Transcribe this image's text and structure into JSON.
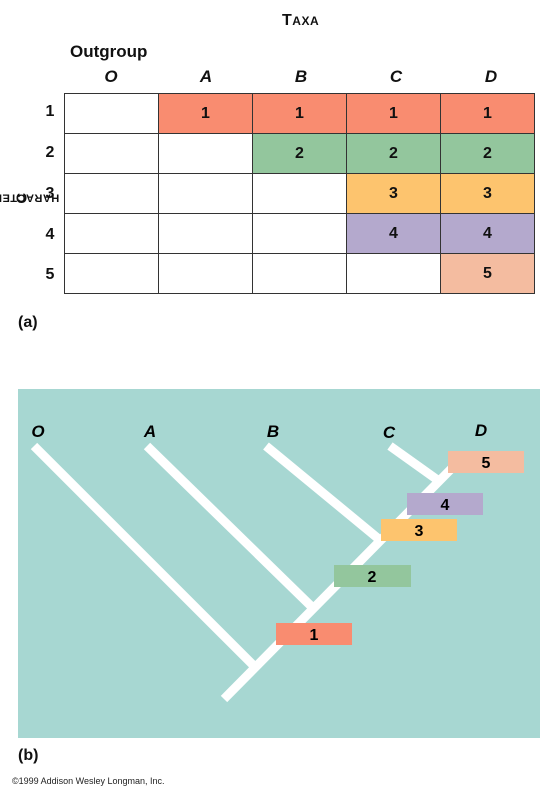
{
  "panel_a": {
    "label": "(a)",
    "taxa_title": "TAXA",
    "outgroup_label": "Outgroup",
    "characters_title": "CHARACTERS",
    "taxa": [
      "O",
      "A",
      "B",
      "C",
      "D"
    ],
    "characters": [
      "1",
      "2",
      "3",
      "4",
      "5"
    ],
    "matrix": [
      [
        "",
        "1",
        "1",
        "1",
        "1"
      ],
      [
        "",
        "",
        "2",
        "2",
        "2"
      ],
      [
        "",
        "",
        "",
        "3",
        "3"
      ],
      [
        "",
        "",
        "",
        "4",
        "4"
      ],
      [
        "",
        "",
        "",
        "",
        "5"
      ]
    ]
  },
  "panel_b": {
    "label": "(b)",
    "taxa": [
      "O",
      "A",
      "B",
      "C",
      "D"
    ],
    "character_boxes": [
      "1",
      "2",
      "3",
      "4",
      "5"
    ]
  },
  "colors": {
    "char_1": "#f98c70",
    "char_2": "#93c69d",
    "char_3": "#fdc46e",
    "char_4": "#b4a9cd",
    "char_5": "#f4bca0",
    "tree_background": "#a7d7d2",
    "branch": "#ffffff"
  },
  "copyright": "©1999 Addison Wesley Longman, Inc."
}
